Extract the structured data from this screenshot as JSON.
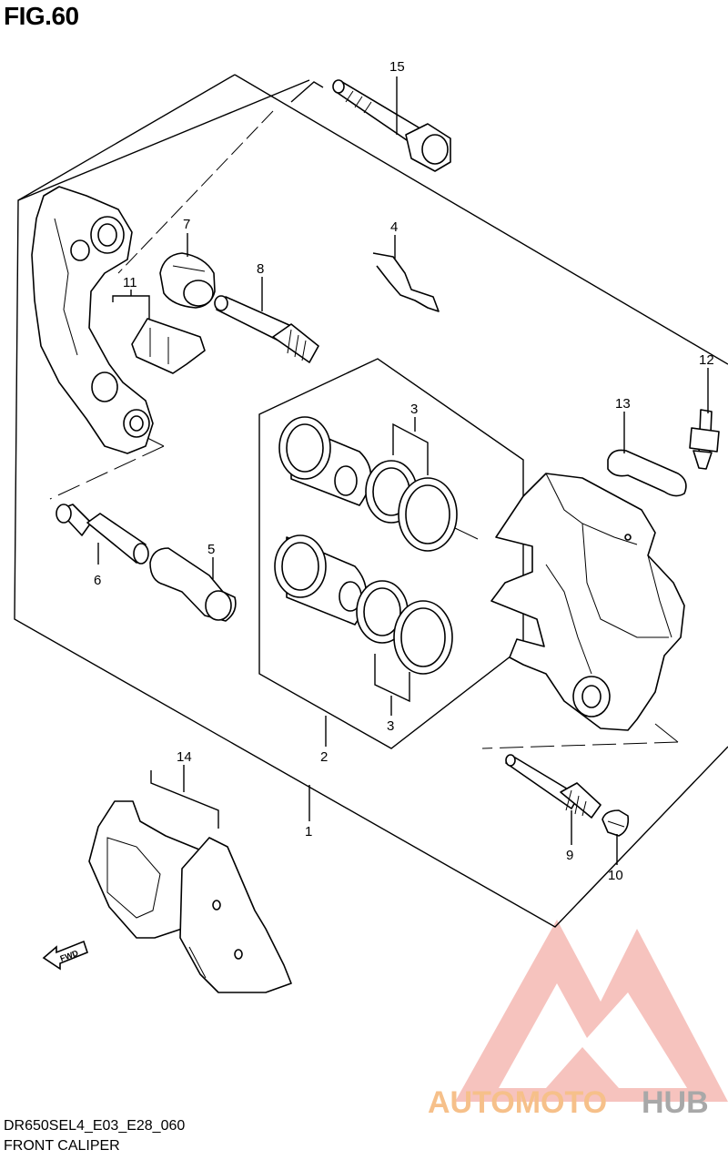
{
  "figure_title": "FIG.60",
  "model_code": "DR650SEL4_E03_E28_060",
  "caption": "FRONT CALIPER",
  "watermark": {
    "text_part1": "AUTOMOTO",
    "text_part2": "HUB",
    "colors": {
      "triangle": "#f08a80",
      "auto": "#f6c08a",
      "hub": "#b0b0b0"
    }
  },
  "fwd_label": "FWD",
  "callouts": [
    "15",
    "7",
    "4",
    "8",
    "11",
    "12",
    "13",
    "3",
    "3",
    "6",
    "5",
    "2",
    "1",
    "14",
    "9",
    "10"
  ]
}
